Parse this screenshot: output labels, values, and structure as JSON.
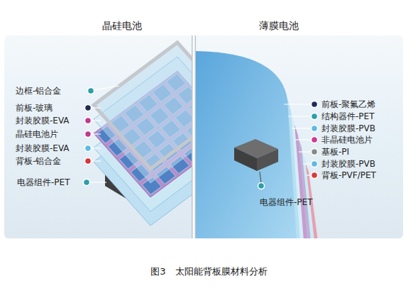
{
  "diagram": {
    "caption": "图3　太阳能背板膜材料分析",
    "labels": [
      "晶硅电池",
      "薄膜电池",
      "边框-铝合金",
      "前板-玻璃",
      "封装胶膜-EVA",
      "晶硅电池片",
      "封装胶膜-EVA",
      "背板-铝合金",
      "电器组件-PET",
      "前板-聚氟乙烯",
      "结构器件-PET",
      "封装胶膜-PVB",
      "非晶硅电池片",
      "基板-PI",
      "封装胶膜-PVB",
      "背板-PVF/PET",
      "电器组件-PET"
    ]
  }
}
